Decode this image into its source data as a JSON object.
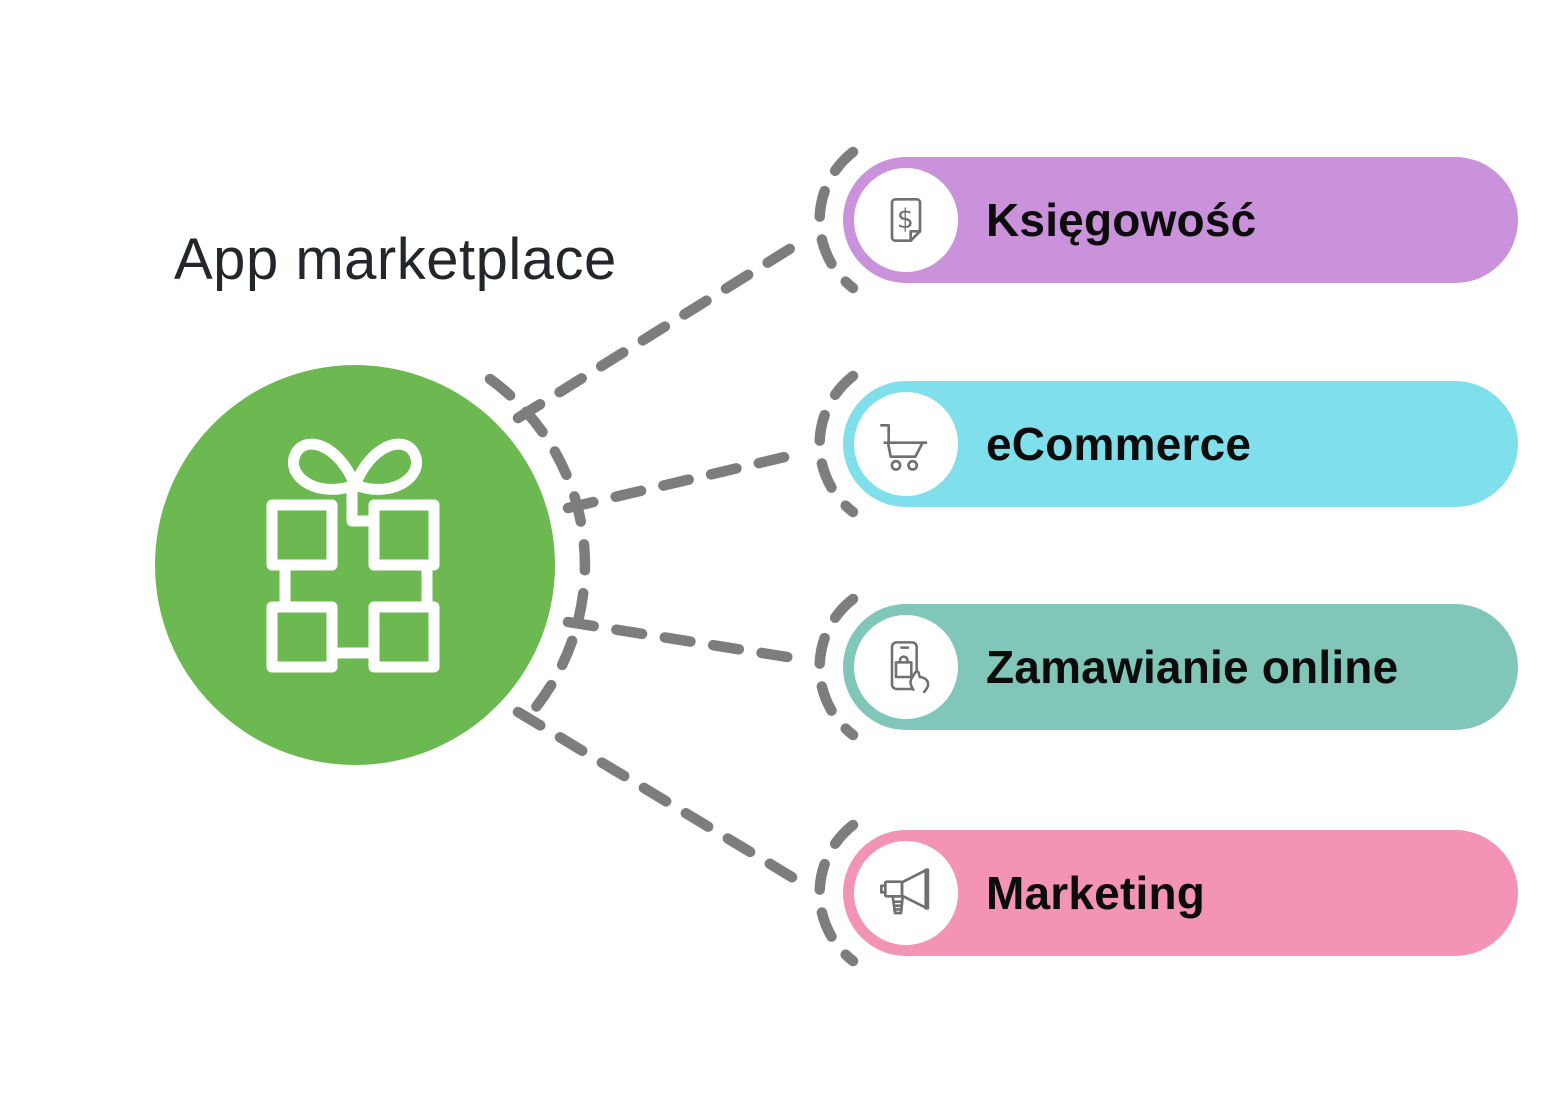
{
  "title": "App marketplace",
  "hub": {
    "icon": "gift-icon",
    "color": "#6cb952"
  },
  "nodes": [
    {
      "label": "Księgowość",
      "icon": "invoice-dollar-icon",
      "color": "#cb92dc"
    },
    {
      "label": "eCommerce",
      "icon": "shopping-cart-icon",
      "color": "#7fdfeb"
    },
    {
      "label": "Zamawianie online",
      "icon": "mobile-order-icon",
      "color": "#80c7ba"
    },
    {
      "label": "Marketing",
      "icon": "megaphone-icon",
      "color": "#f393b5"
    }
  ],
  "style": {
    "connector_color": "#7d7d7d",
    "icon_stroke_color": "#707070",
    "title_color": "#23272b",
    "label_color": "#0c0c0c",
    "background_color": "#ffffff"
  }
}
